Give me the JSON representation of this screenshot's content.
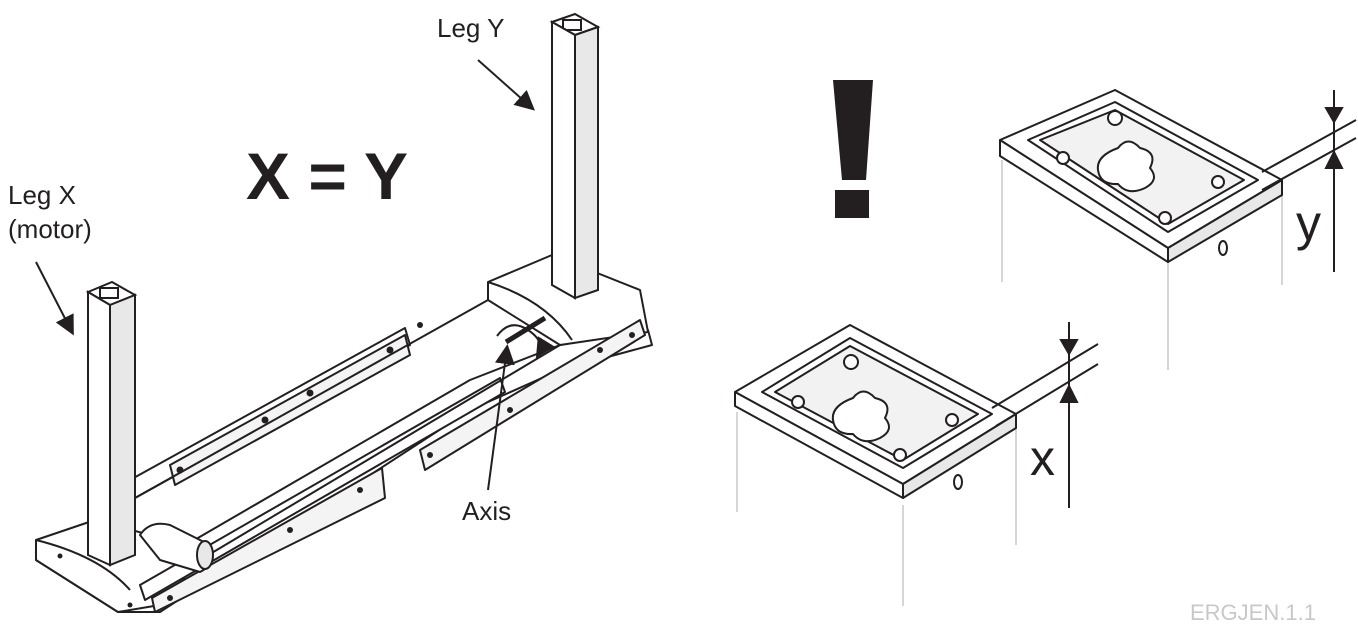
{
  "labels": {
    "leg_y": "Leg Y",
    "leg_x_line1": "Leg X",
    "leg_x_line2": "(motor)",
    "equation": "X = Y",
    "axis": "Axis",
    "dim_y": "y",
    "dim_x": "x",
    "exclamation": "!",
    "figure_code": "ERGJEN.1.1"
  },
  "colors": {
    "ink": "#231f20",
    "frame_fill": "#ffffff",
    "shade": "#e8e8e8",
    "light": "#c8c8c8"
  }
}
